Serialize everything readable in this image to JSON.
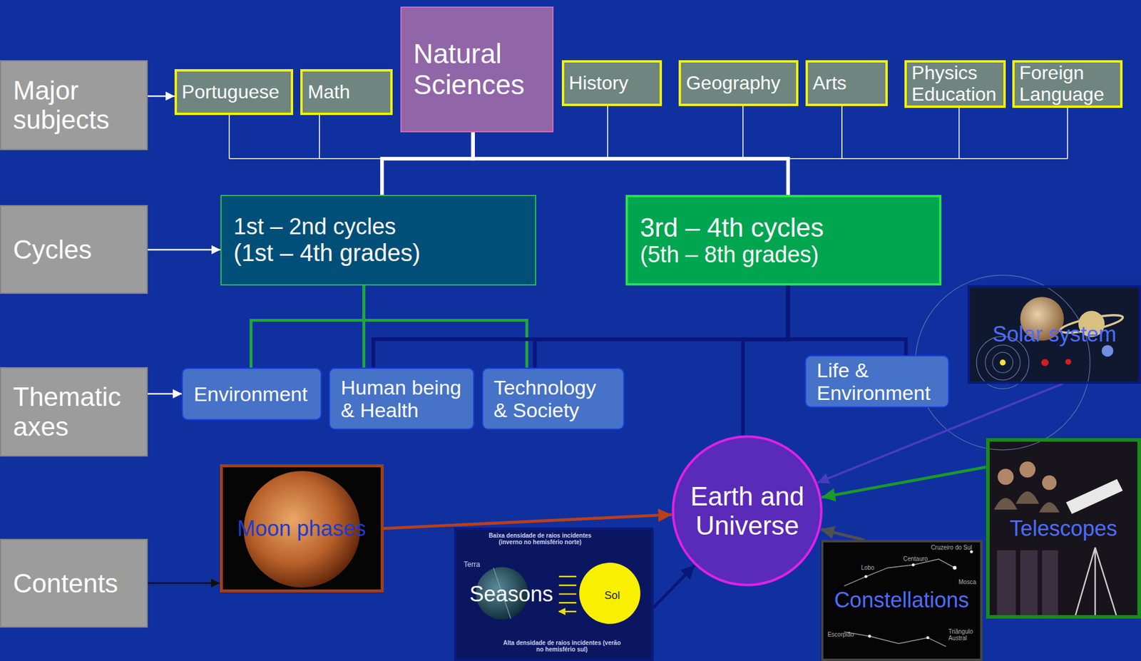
{
  "diagram": {
    "nodes": [
      {
        "text": [
          "Major subjects"
        ]
      },
      {
        "text": [
          "Portuguese"
        ]
      },
      {
        "text": [
          "Math"
        ]
      },
      {
        "text": [
          "Natural Sciences"
        ]
      },
      {
        "text": [
          "History"
        ]
      },
      {
        "text": [
          "Geography"
        ]
      },
      {
        "text": [
          "Arts"
        ]
      },
      {
        "text": [
          "Physics Education"
        ]
      },
      {
        "text": [
          "Foreign Language"
        ]
      },
      {
        "text": [
          "Cycles"
        ]
      },
      {
        "text": [
          "1st – 2nd cycles",
          "(1st – 4th grades)"
        ]
      },
      {
        "text": [
          "3rd – 4th cycles",
          "(5th – 8th grades)"
        ]
      },
      {
        "text": [
          "Solar system"
        ]
      },
      {
        "text": [
          "Thematic axes"
        ]
      },
      {
        "text": [
          "Environment"
        ]
      },
      {
        "text": [
          "Human being & Health"
        ]
      },
      {
        "text": [
          "Technology & Society"
        ]
      },
      {
        "text": [
          "Life & Environment"
        ]
      },
      {
        "text": [
          "Earth and Universe"
        ]
      },
      {
        "text": [
          "Telescopes"
        ]
      },
      {
        "text": [
          "Contents"
        ]
      },
      {
        "text": [
          "Moon phases"
        ]
      },
      {
        "text": [
          "Seasons",
          "Baixa densidade de raios incidentes (inverno no hemisfério norte)",
          "Terra",
          "Sol",
          "Alta densidade de raios incidentes (verão no hemisfério sul)"
        ]
      },
      {
        "text": [
          "Constellations",
          "Cruzeiro do Sul",
          "Centauro",
          "Lobo",
          "Mosca",
          "Escorpião",
          "Triângulo Austral"
        ]
      }
    ],
    "edges": [
      {
        "from": 0,
        "to": 1,
        "arrow": "to"
      },
      {
        "from": 9,
        "to": 10,
        "arrow": "to"
      },
      {
        "from": 13,
        "to": 14,
        "arrow": "to"
      },
      {
        "from": 20,
        "to": 21,
        "arrow": "to"
      },
      {
        "from": 3,
        "to": 10,
        "arrow": "none"
      },
      {
        "from": 3,
        "to": 11,
        "arrow": "none"
      },
      {
        "from": 10,
        "to": 14,
        "arrow": "none"
      },
      {
        "from": 10,
        "to": 15,
        "arrow": "none"
      },
      {
        "from": 10,
        "to": 16,
        "arrow": "none"
      },
      {
        "from": 11,
        "to": 15,
        "arrow": "none"
      },
      {
        "from": 11,
        "to": 16,
        "arrow": "none"
      },
      {
        "from": 11,
        "to": 17,
        "arrow": "none"
      },
      {
        "from": 11,
        "to": 18,
        "arrow": "none"
      },
      {
        "from": 21,
        "to": 18,
        "arrow": "to"
      },
      {
        "from": 22,
        "to": 18,
        "arrow": "to"
      },
      {
        "from": 23,
        "to": 18,
        "arrow": "to"
      },
      {
        "from": 19,
        "to": 18,
        "arrow": "to"
      },
      {
        "from": 12,
        "to": 18,
        "arrow": "to"
      }
    ]
  }
}
